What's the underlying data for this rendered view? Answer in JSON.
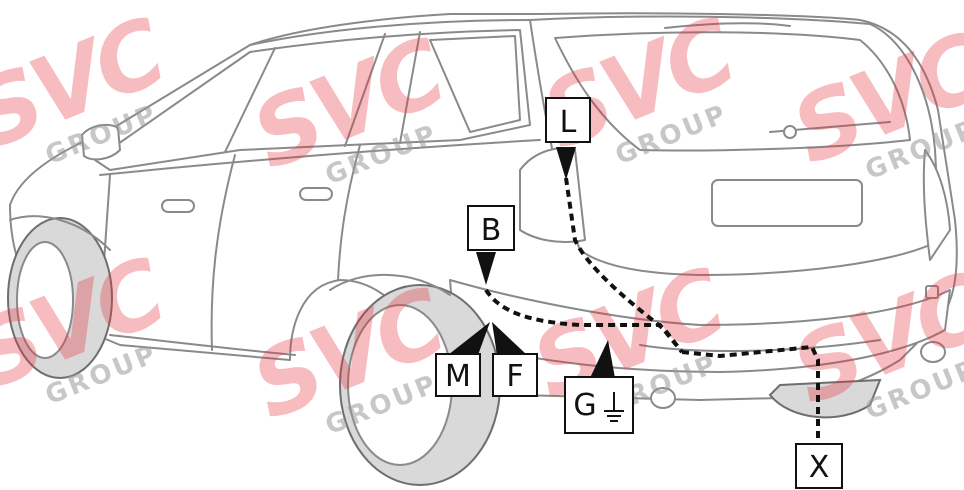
{
  "diagram": {
    "connector_labels": {
      "L": "L",
      "B": "B",
      "M": "M",
      "F": "F",
      "G": "G",
      "X": "X"
    },
    "watermark": {
      "logo": "SVC",
      "subtitle": "GROUP"
    },
    "colors": {
      "wire": "#111111",
      "car_outline": "#8a8a8a",
      "watermark": "#e8323a",
      "tyre": "#d9d9d9"
    },
    "icons": [
      "ground-icon"
    ]
  }
}
